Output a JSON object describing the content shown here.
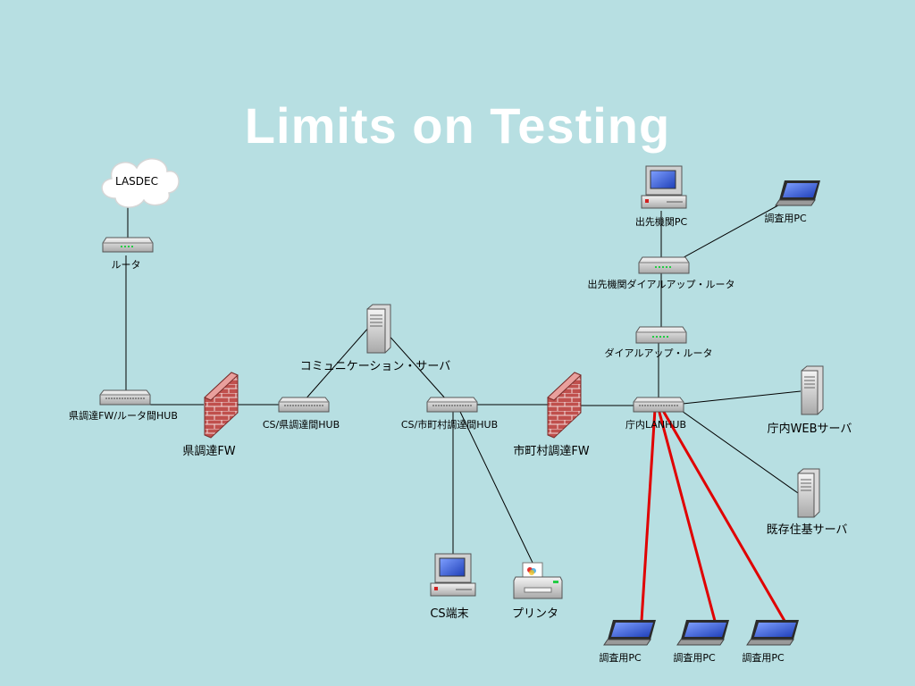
{
  "slide": {
    "title": "Limits on Testing"
  },
  "nodes": {
    "lasdec": "LASDEC",
    "router": "ルータ",
    "pref_fw_router_hub": "県調達FW/ルータ間HUB",
    "pref_fw": "県調達FW",
    "cs_pref_hub": "CS/県調達間HUB",
    "comm_server": "コミュニケーション・サーバ",
    "cs_city_hub": "CS/市町村調達間HUB",
    "city_fw": "市町村調達FW",
    "cs_terminal": "CS端末",
    "printer": "プリンタ",
    "branch_pc": "出先機関PC",
    "survey_pc_top": "調査用PC",
    "branch_dialup_router": "出先機関ダイアルアップ・ルータ",
    "dialup_router": "ダイアルアップ・ルータ",
    "office_lan_hub": "庁内LANHUB",
    "office_web_server": "庁内WEBサーバ",
    "existing_server": "既存住基サーバ",
    "survey_pc_1": "調査用PC",
    "survey_pc_2": "調査用PC",
    "survey_pc_3": "調査用PC"
  },
  "colors": {
    "background": "#b7dfe2",
    "title": "#ffffff",
    "link": "#000000",
    "test_link": "#e00000",
    "firewall_brick": "#c0504d",
    "screen": "#3a5fd8"
  },
  "icons": {
    "cloud": "cloud-icon",
    "router": "router-icon",
    "hub": "hub-icon",
    "firewall": "firewall-icon",
    "server": "server-icon",
    "desktop": "desktop-pc-icon",
    "laptop": "laptop-icon",
    "printer": "printer-icon"
  }
}
